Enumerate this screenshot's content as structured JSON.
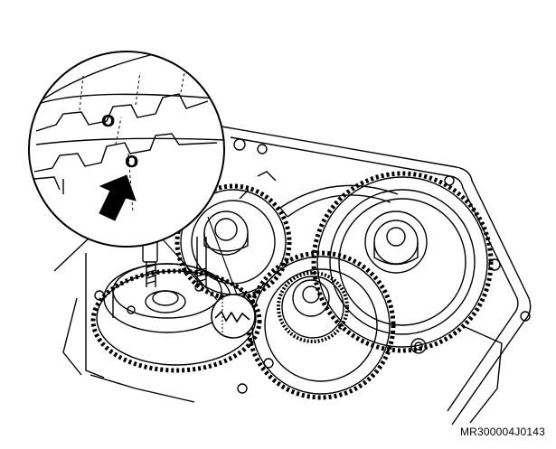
{
  "figure": {
    "code": "MR300004J0143",
    "marks": [
      "O",
      "O"
    ]
  },
  "colors": {
    "ink": "#000000",
    "paper": "#ffffff"
  },
  "icons": {
    "arrow": "thick-up-right-arrow-icon",
    "magnifier": "detail-callout-circle"
  }
}
